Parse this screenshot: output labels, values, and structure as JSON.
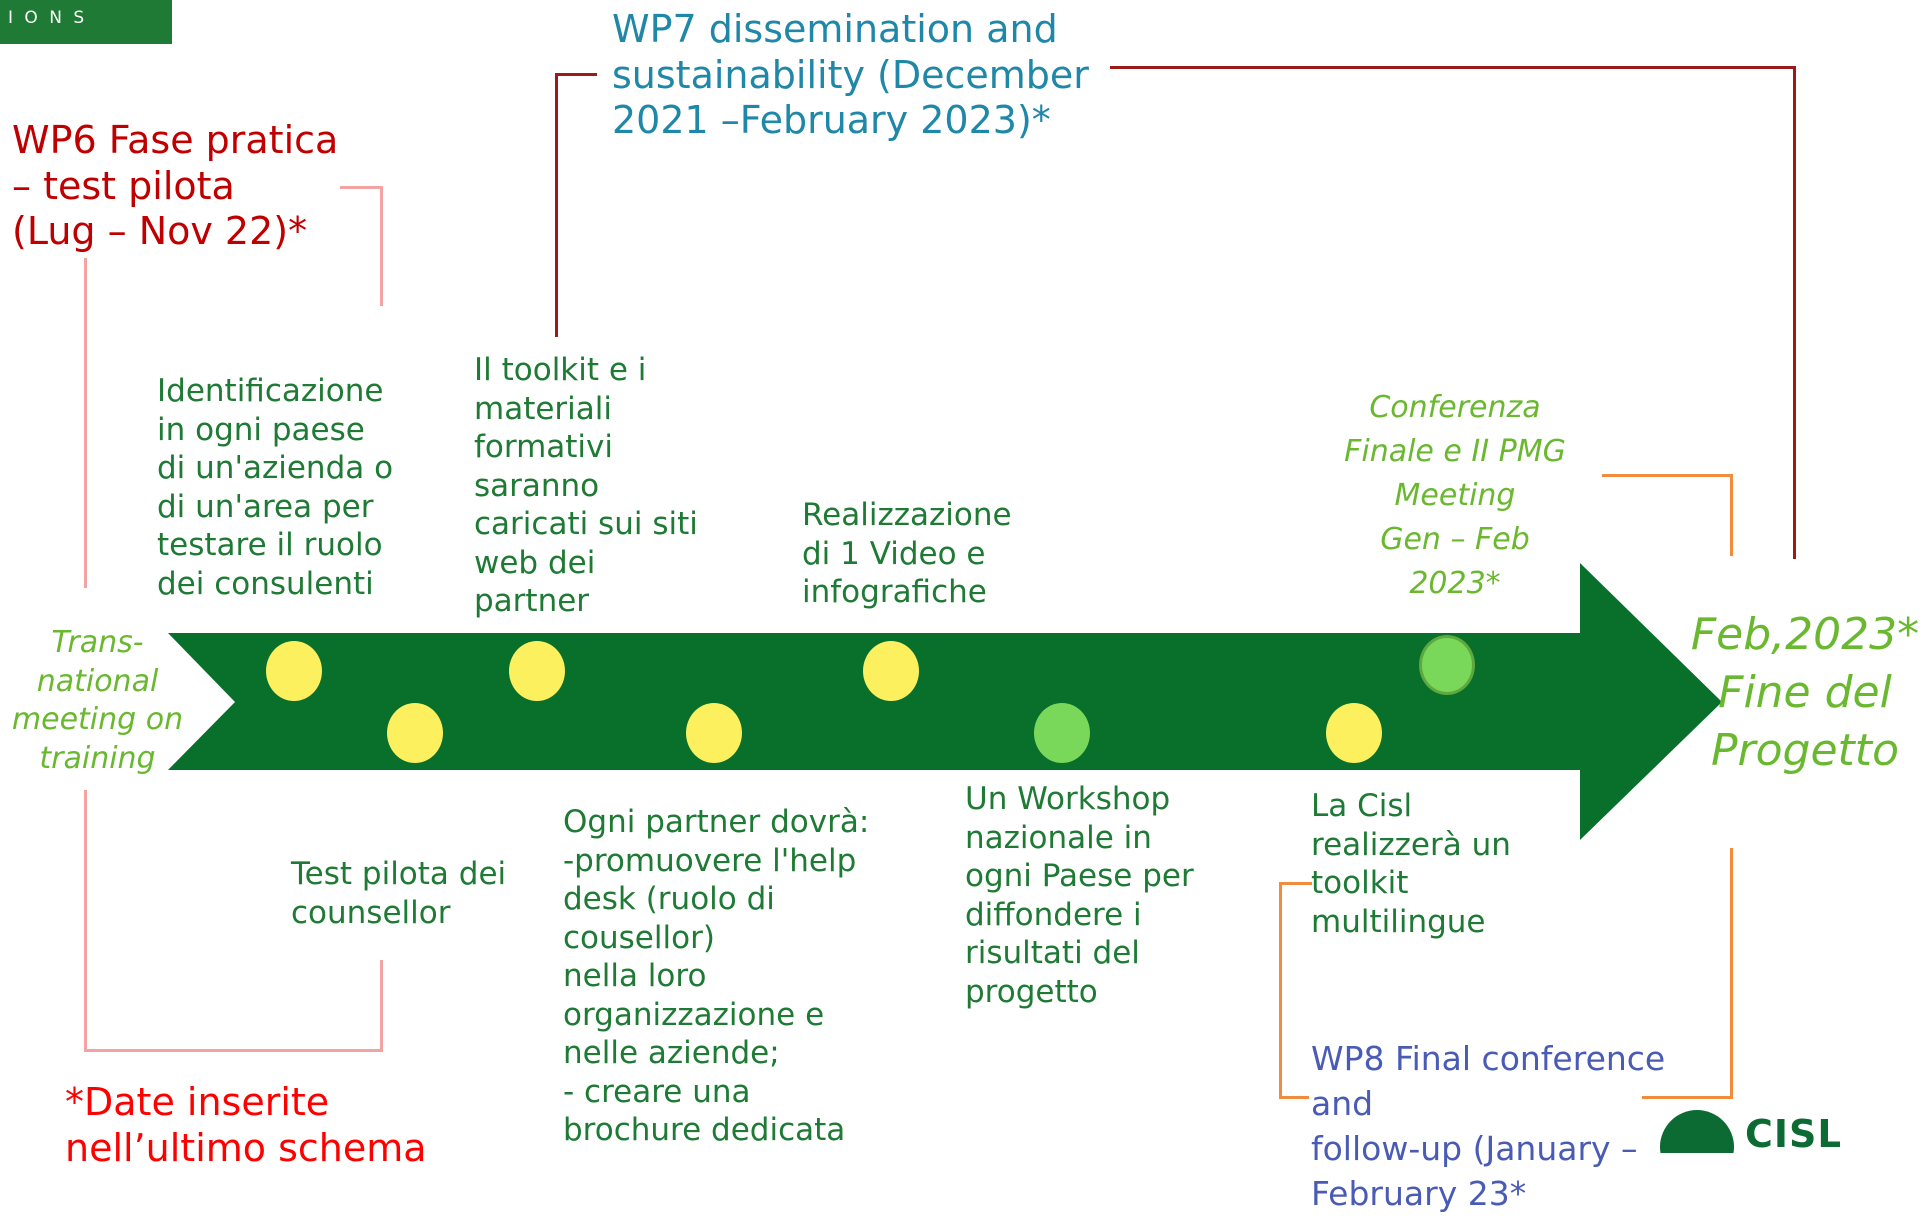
{
  "logo": {
    "text": "I O N S",
    "color": "#1e7a34"
  },
  "wp6": {
    "text": "WP6 Fase pratica\n– test pilota\n(Lug – Nov 22)*",
    "color": "#c00000"
  },
  "wp7": {
    "text": "WP7 dissemination and\nsustainability (December\n2021 –February 2023)*",
    "color": "#1f87a8"
  },
  "wp8": {
    "text": "WP8 Final conference and\nfollow-up (January –\nFebruary 23*",
    "color": "#4a5bb5"
  },
  "dates_note": {
    "text": "*Date inserite\nnell’ultimo schema",
    "color": "#ff0000"
  },
  "start_label": "Trans-\nnational\nmeeting on\ntraining",
  "end_label": "Feb,2023*\nFine del\nProgetto",
  "conference_label": "Conferenza\nFinale e II PMG\nMeeting\nGen – Feb\n2023*",
  "activities_top": [
    "Identificazione\nin ogni paese\ndi un'azienda o\ndi un'area per\ntestare il ruolo\ndei consulenti",
    "Il toolkit e i\nmateriali\nformativi\nsaranno\ncaricati sui siti\nweb dei\npartner",
    "Realizzazione\ndi 1 Video e\ninfografiche"
  ],
  "activities_bottom": [
    "Test pilota dei\ncounsellor",
    "Ogni partner dovrà:\n-promuovere l'help\ndesk (ruolo di\ncousellor)\nnella loro\norganizzazione e\nnelle aziende;\n- creare una\nbrochure dedicata",
    "Un Workshop\nnazionale in\nogni Paese per\ndiffondere i\nrisultati del\nprogetto",
    "La Cisl\nrealizzerà un\ntoolkit\nmultilingue"
  ],
  "cisl_logo": {
    "text": "CISL",
    "color": "#0b6b33"
  },
  "colors": {
    "arrow": "#08702b",
    "dot_yellow": "#fcf05f",
    "dot_green": "#79d85a",
    "wp6_bracket": "#f4a3a3",
    "wp7_bracket": "#9b1b1b",
    "wp8_bracket": "#f08c3c"
  }
}
